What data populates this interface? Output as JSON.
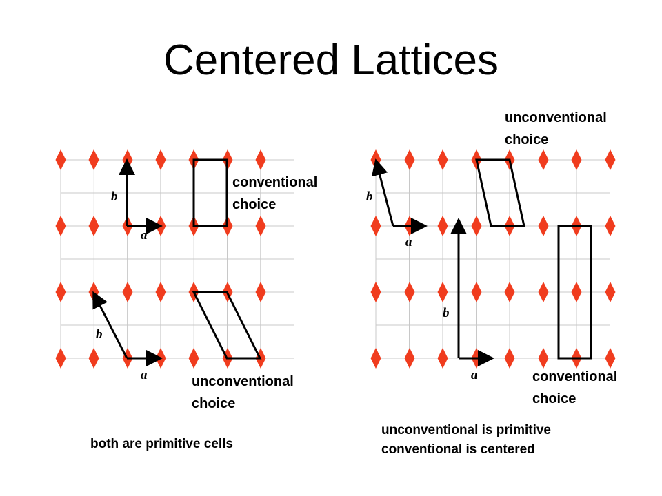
{
  "title": "Centered Lattices",
  "colors": {
    "lattice_point": "#f03c1e",
    "grid": "#c8c8c8",
    "cell": "#000000"
  },
  "left_panel": {
    "top_label": [
      "conventional",
      "choice"
    ],
    "bottom_label": [
      "unconventional",
      "choice"
    ],
    "caption": "both are primitive cells",
    "vector_a": "a",
    "vector_b": "b"
  },
  "right_panel": {
    "top_label": [
      "unconventional",
      "choice"
    ],
    "bottom_label": [
      "conventional",
      "choice"
    ],
    "caption": [
      "unconventional is primitive",
      "conventional is centered"
    ],
    "vector_a": "a",
    "vector_b": "b"
  }
}
